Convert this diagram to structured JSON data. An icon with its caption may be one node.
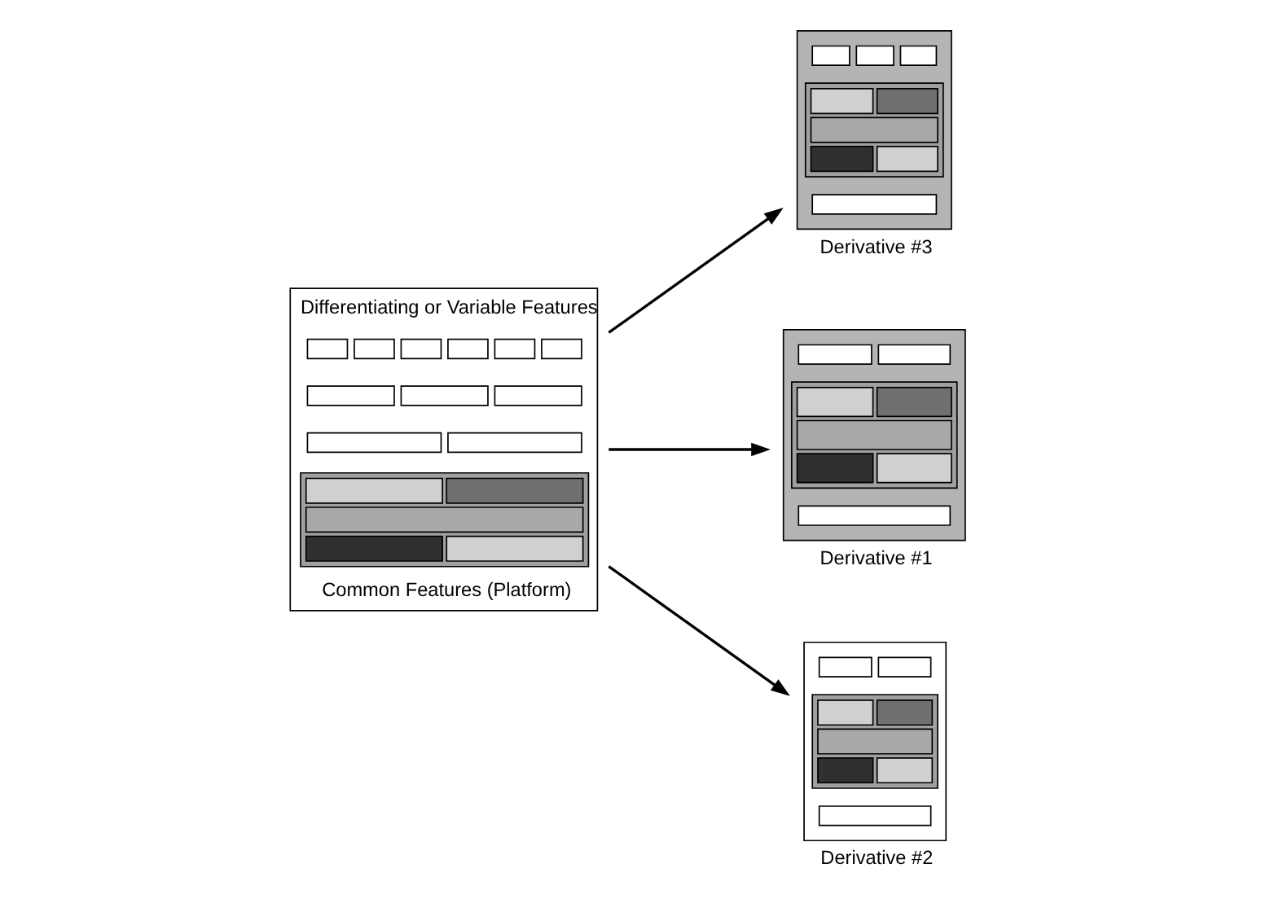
{
  "diagram": {
    "nodes": [
      {
        "text": [
          "Differentiating or Variable Features",
          "Common Features (Platform)"
        ]
      },
      {
        "text": [
          "Derivative #3"
        ]
      },
      {
        "text": [
          "Derivative #1"
        ]
      },
      {
        "text": [
          "Derivative #2"
        ]
      }
    ],
    "edges": [
      {
        "from": 0,
        "to": 1,
        "arrow": "to"
      },
      {
        "from": 0,
        "to": 2,
        "arrow": "to"
      },
      {
        "from": 0,
        "to": 3,
        "arrow": "to"
      }
    ]
  }
}
